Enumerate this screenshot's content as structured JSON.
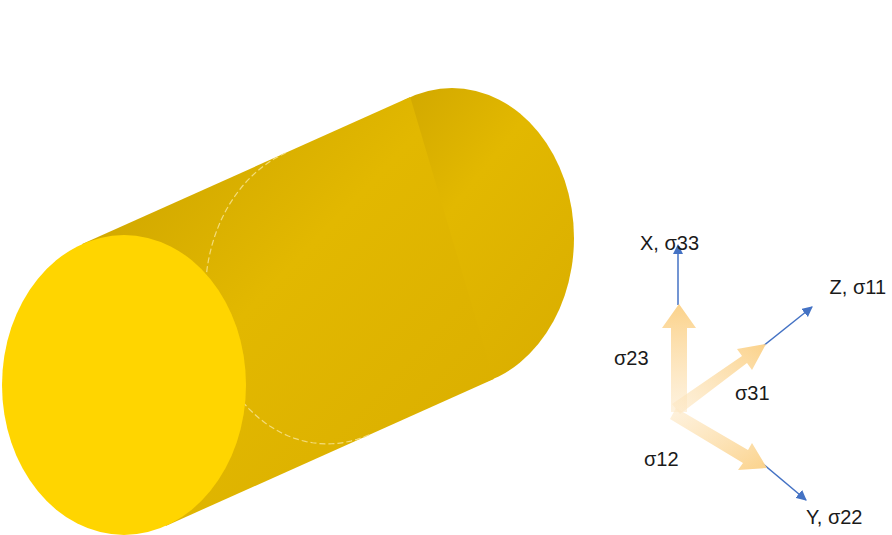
{
  "diagram": {
    "labels": [
      "X, σ33",
      "Z, σ11",
      "Y, σ22",
      "σ23",
      "σ31",
      "σ12"
    ]
  }
}
